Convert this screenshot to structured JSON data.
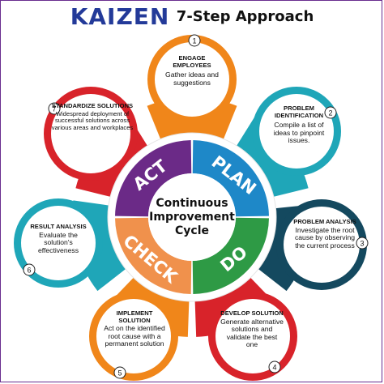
{
  "title": {
    "main": "KAIZEN",
    "sub": "7-Step Approach"
  },
  "center": {
    "line1": "Continuous",
    "line2": "Improvement",
    "line3": "Cycle"
  },
  "quadrants": [
    {
      "label": "ACT",
      "color": "#6b2a87"
    },
    {
      "label": "PLAN",
      "color": "#1e88c8"
    },
    {
      "label": "DO",
      "color": "#2e9a45"
    },
    {
      "label": "CHECK",
      "color": "#f0914c"
    }
  ],
  "steps": [
    {
      "num": "1",
      "title": "ENGAGE EMPLOYEES",
      "desc": "Gather ideas and suggestions",
      "color": "#f0861a"
    },
    {
      "num": "2",
      "title": "PROBLEM IDENTIFICATION",
      "desc": "Compile a list of ideas to pinpoint issues.",
      "color": "#1fa6b8"
    },
    {
      "num": "3",
      "title": "PROBLEM ANALYSIS",
      "desc": "Investigate the root cause by observing the current process",
      "color": "#14495f"
    },
    {
      "num": "4",
      "title": "DEVELOP SOLUTION",
      "desc": "Generate alternative solutions and validate the best one",
      "color": "#d8232a"
    },
    {
      "num": "5",
      "title": "IMPLEMENT SOLUTION",
      "desc": "Act on the identified root cause with a permanent solution",
      "color": "#f0861a"
    },
    {
      "num": "6",
      "title": "RESULT ANALYSIS",
      "desc": "Evaluate the solution's effectiveness",
      "color": "#1fa6b8"
    },
    {
      "num": "7",
      "title": "STANDARDIZE SOLUTIONS",
      "desc": "Widespread deployment of successful solutions across various areas and workplaces",
      "color": "#d8232a"
    }
  ]
}
